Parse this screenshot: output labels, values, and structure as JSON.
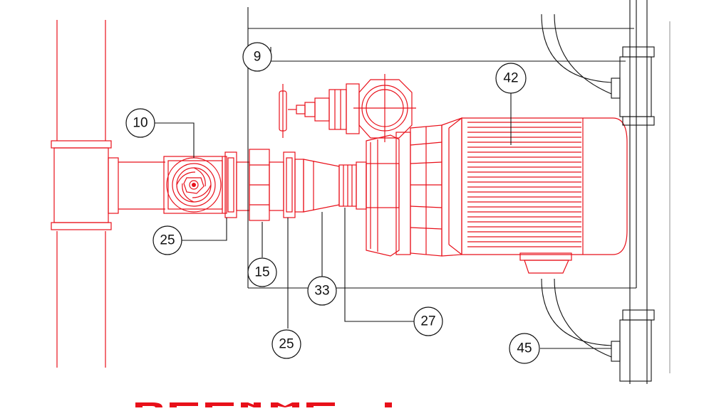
{
  "colors": {
    "pipe": "#e8101a",
    "leader": "#111111",
    "background": "#ffffff"
  },
  "callouts": [
    {
      "id": "9",
      "label": "9"
    },
    {
      "id": "42",
      "label": "42"
    },
    {
      "id": "10",
      "label": "10"
    },
    {
      "id": "25a",
      "label": "25"
    },
    {
      "id": "15",
      "label": "15"
    },
    {
      "id": "33",
      "label": "33"
    },
    {
      "id": "27",
      "label": "27"
    },
    {
      "id": "25b",
      "label": "25"
    },
    {
      "id": "45",
      "label": "45"
    }
  ],
  "footer": {
    "caption": ""
  }
}
